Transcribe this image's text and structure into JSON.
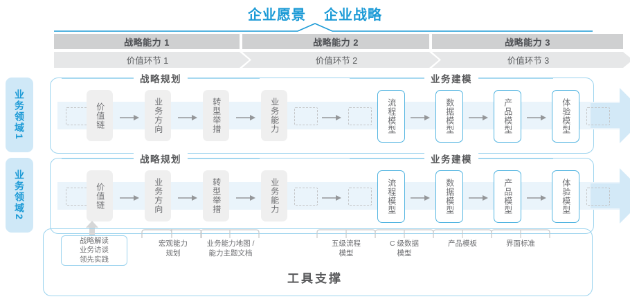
{
  "header": {
    "vision": "企业愿景",
    "strategy": "企业战略"
  },
  "capabilities": [
    {
      "label": "战略能力 1"
    },
    {
      "label": "战略能力 2"
    },
    {
      "label": "战略能力 3"
    }
  ],
  "value_stages": [
    {
      "label": "价值环节 1"
    },
    {
      "label": "价值环节 2"
    },
    {
      "label": "价值环节 3"
    }
  ],
  "domains": [
    {
      "name": "业务领域",
      "num": "1"
    },
    {
      "name": "业务领域",
      "num": "2"
    }
  ],
  "sections": {
    "planning": "战略规划",
    "modeling": "业务建模"
  },
  "planning_boxes": [
    {
      "label": "价值链"
    },
    {
      "label": "业务方向"
    },
    {
      "label": "转型举措"
    },
    {
      "label": "业务能力"
    }
  ],
  "modeling_boxes": [
    {
      "label": "流程模型"
    },
    {
      "label": "数据模型"
    },
    {
      "label": "产品模型"
    },
    {
      "label": "体验模型"
    }
  ],
  "tools": {
    "boxed": [
      "战略解读",
      "业务访谈",
      "领先实践"
    ],
    "labels": [
      {
        "line1": "宏观能力",
        "line2": "规划"
      },
      {
        "line1": "业务能力地图 /",
        "line2": "能力主题文档"
      },
      {
        "line1": "五级流程",
        "line2": "模型"
      },
      {
        "line1": "C 级数据",
        "line2": "模型"
      },
      {
        "line1": "产品模板",
        "line2": ""
      },
      {
        "line1": "界面标准",
        "line2": ""
      }
    ],
    "title": "工具支撑"
  },
  "colors": {
    "accent": "#1b9ad6",
    "accent_light": "#9bd3ee",
    "band": "#eaf4fb",
    "gray_bar": "#cfd0d1",
    "gray_bar_light": "#e6e7e8",
    "box_gray": "#efefef",
    "text": "#58595b"
  }
}
